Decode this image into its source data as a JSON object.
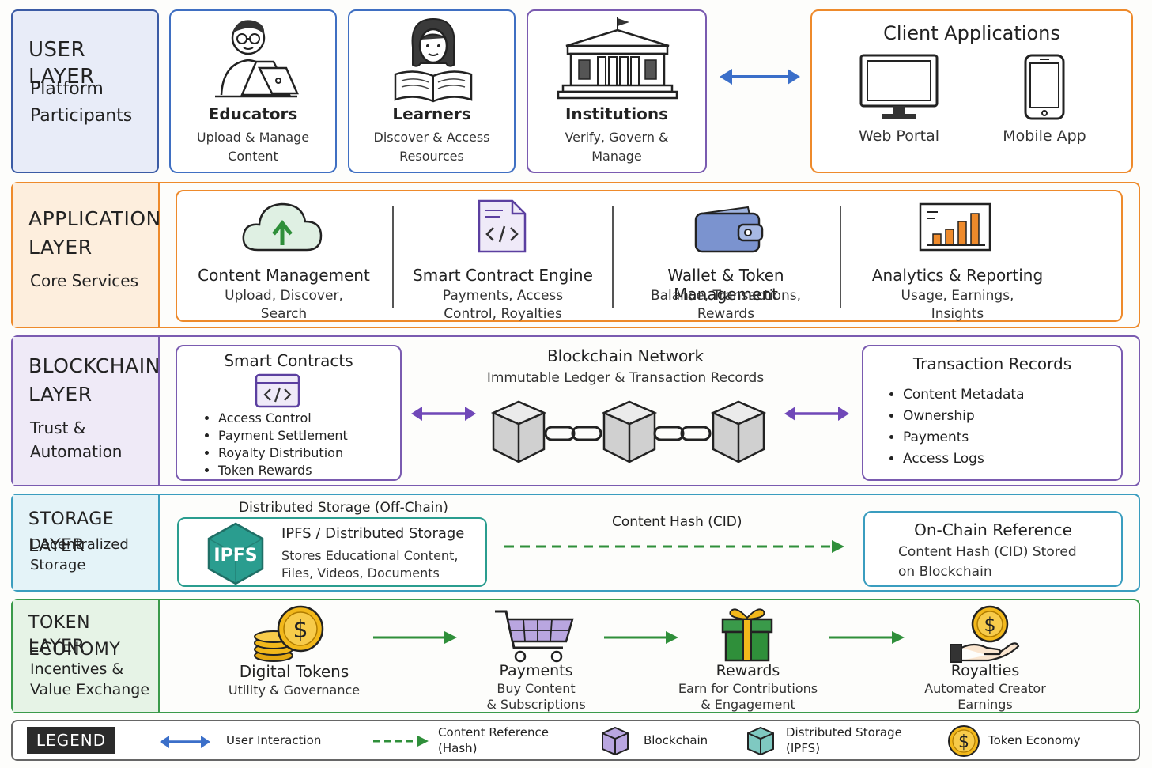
{
  "user_layer": {
    "title": "USER LAYER",
    "subtitle_line1": "Platform",
    "subtitle_line2": "Participants",
    "educators": {
      "title": "Educators",
      "desc": "Upload & Manage\nContent"
    },
    "learners": {
      "title": "Learners",
      "desc": "Discover & Access\nResources"
    },
    "institutions": {
      "title": "Institutions",
      "desc": "Verify, Govern &\nManage"
    },
    "client_apps": {
      "title": "Client  Applications",
      "web": "Web Portal",
      "mobile": "Mobile App"
    }
  },
  "application_layer": {
    "title_line1": "APPLICATION",
    "title_line2": "LAYER",
    "subtitle": "Core Services",
    "services": [
      {
        "title": "Content Management",
        "desc": "Upload, Discover,\nSearch",
        "icon": "cloud-upload-icon"
      },
      {
        "title": "Smart Contract Engine",
        "desc": "Payments, Access\nControl, Royalties",
        "icon": "code-document-icon"
      },
      {
        "title": "Wallet & Token Management",
        "desc": "Balance, Transactions,\nRewards",
        "icon": "wallet-icon"
      },
      {
        "title": "Analytics & Reporting",
        "desc": "Usage, Earnings,\nInsights",
        "icon": "bar-chart-icon"
      }
    ]
  },
  "blockchain_layer": {
    "title_line1": "BLOCKCHAIN",
    "title_line2": "LAYER",
    "subtitle_line1": "Trust &",
    "subtitle_line2": "Automation",
    "smart_contracts": {
      "title": "Smart Contracts",
      "items": [
        "Access Control",
        "Payment Settlement",
        "Royalty Distribution",
        "Token Rewards"
      ]
    },
    "network": {
      "title": "Blockchain Network",
      "subtitle": "Immutable Ledger & Transaction Records"
    },
    "records": {
      "title": "Transaction Records",
      "items": [
        "Content Metadata",
        "Ownership",
        "Payments",
        "Access Logs"
      ]
    }
  },
  "storage_layer": {
    "title": "STORAGE LAYER",
    "subtitle_line1": "Decentralized",
    "subtitle_line2": "Storage",
    "offchain_label": "Distributed Storage (Off-Chain)",
    "ipfs_logo": "IPFS",
    "ipfs_title": "IPFS / Distributed Storage",
    "ipfs_desc": "Stores Educational Content,\nFiles, Videos, Documents",
    "hash_label": "Content Hash (CID)",
    "onchain_title": "On-Chain Reference",
    "onchain_desc_line1": "Content Hash (CID) Stored",
    "onchain_desc_line2": "on Blockchain"
  },
  "token_layer": {
    "title_line1": "TOKEN ECONOMY",
    "title_line2": "LAYER",
    "subtitle_line1": "Incentives &",
    "subtitle_line2": "Value Exchange",
    "steps": [
      {
        "title": "Digital Tokens",
        "desc": "Utility & Governance",
        "icon": "coins-icon"
      },
      {
        "title": "Payments",
        "desc": "Buy Content\n& Subscriptions",
        "icon": "shopping-cart-icon"
      },
      {
        "title": "Rewards",
        "desc": "Earn for Contributions\n& Engagement",
        "icon": "gift-icon"
      },
      {
        "title": "Royalties",
        "desc": "Automated Creator\nEarnings",
        "icon": "coin-hand-icon"
      }
    ]
  },
  "legend": {
    "title": "LEGEND",
    "items": [
      {
        "label": "User Interaction",
        "icon": "double-arrow-icon"
      },
      {
        "label": "Content Reference\n(Hash)",
        "icon": "dashed-arrow-icon"
      },
      {
        "label": "Blockchain",
        "icon": "cube-icon"
      },
      {
        "label": "Distributed Storage\n(IPFS)",
        "icon": "teal-cube-icon"
      },
      {
        "label": "Token Economy",
        "icon": "dollar-coin-icon"
      }
    ]
  },
  "colors": {
    "user": "#3b5ba5",
    "application": "#ee8a2b",
    "blockchain": "#7a5bb0",
    "storage": "#3a9dbf",
    "token": "#3a9a4a",
    "arrow_blue": "#3b6fc9",
    "arrow_purple": "#7048b8",
    "dashed_green": "#2f8f3a",
    "coin": "#f2b81b",
    "ipfs": "#2a9d8f"
  }
}
